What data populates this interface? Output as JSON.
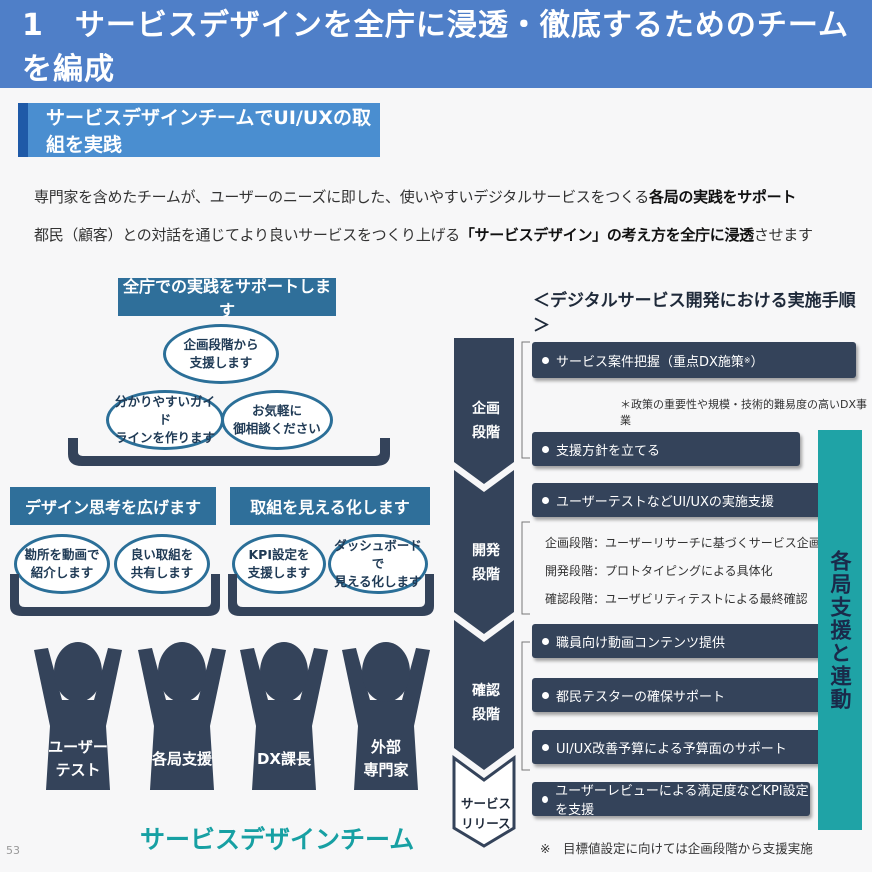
{
  "header": {
    "title": "1　サービスデザインを全庁に浸透・徹底するためのチームを編成"
  },
  "section": {
    "title": "サービスデザインチームでUI/UXの取組を実践"
  },
  "intro": {
    "line1_a": "専門家を含めたチームが、ユーザーのニーズに即した、使いやすいデジタルサービスをつくる",
    "line1_b": "各局の実践をサポート",
    "line2_a": "都民（顧客）との対話を通じてより良いサービスをつくり上げる",
    "line2_b": "「サービスデザイン」の考え方を全庁に浸透",
    "line2_c": "させます"
  },
  "left": {
    "top_box": "全庁での実践をサポートします",
    "top_ovals": [
      "企画段階から\n支援します",
      "分かりやすいガイド\nラインを作ります",
      "お気軽に\n御相談ください"
    ],
    "box_design": "デザイン思考を広げます",
    "ovals_design": [
      "勘所を動画で\n紹介します",
      "良い取組を\n共有します"
    ],
    "box_visual": "取組を見える化します",
    "ovals_visual": [
      "KPI設定を\n支援します",
      "ダッシュボードで\n見える化します"
    ],
    "people": [
      "ユーザー\nテスト",
      "各局支援",
      "DX課長",
      "外部\n専門家"
    ],
    "team_name": "サービスデザインチーム",
    "page_number": "53"
  },
  "right": {
    "title": "＜デジタルサービス開発における実施手順＞",
    "stages": [
      "企画\n段階",
      "開発\n段階",
      "確認\n段階",
      "サービス\nリリース"
    ],
    "steps": [
      "サービス案件把握（重点DX施策",
      "支援方針を立てる",
      "ユーザーテストなどUI/UXの実施支援",
      "職員向け動画コンテンツ提供",
      "都民テスターの確保サポート",
      "UI/UX改善予算による予算面のサポート",
      "ユーザーレビューによる満足度などKPI設定を支援"
    ],
    "step1_sup": "※",
    "step1_close": "）",
    "footnote_top": "＊政策の重要性や規模・技術的難易度の高いDX事業",
    "dev_details": [
      "企画段階：ユーザーリサーチに基づくサービス企画",
      "開発段階：プロトタイピングによる具体化",
      "確認段階：ユーザビリティテストによる最終確認"
    ],
    "side_bar": "各局支援と連動",
    "footnote_bottom": "※　目標値設定に向けては企画段階から支援実施"
  }
}
